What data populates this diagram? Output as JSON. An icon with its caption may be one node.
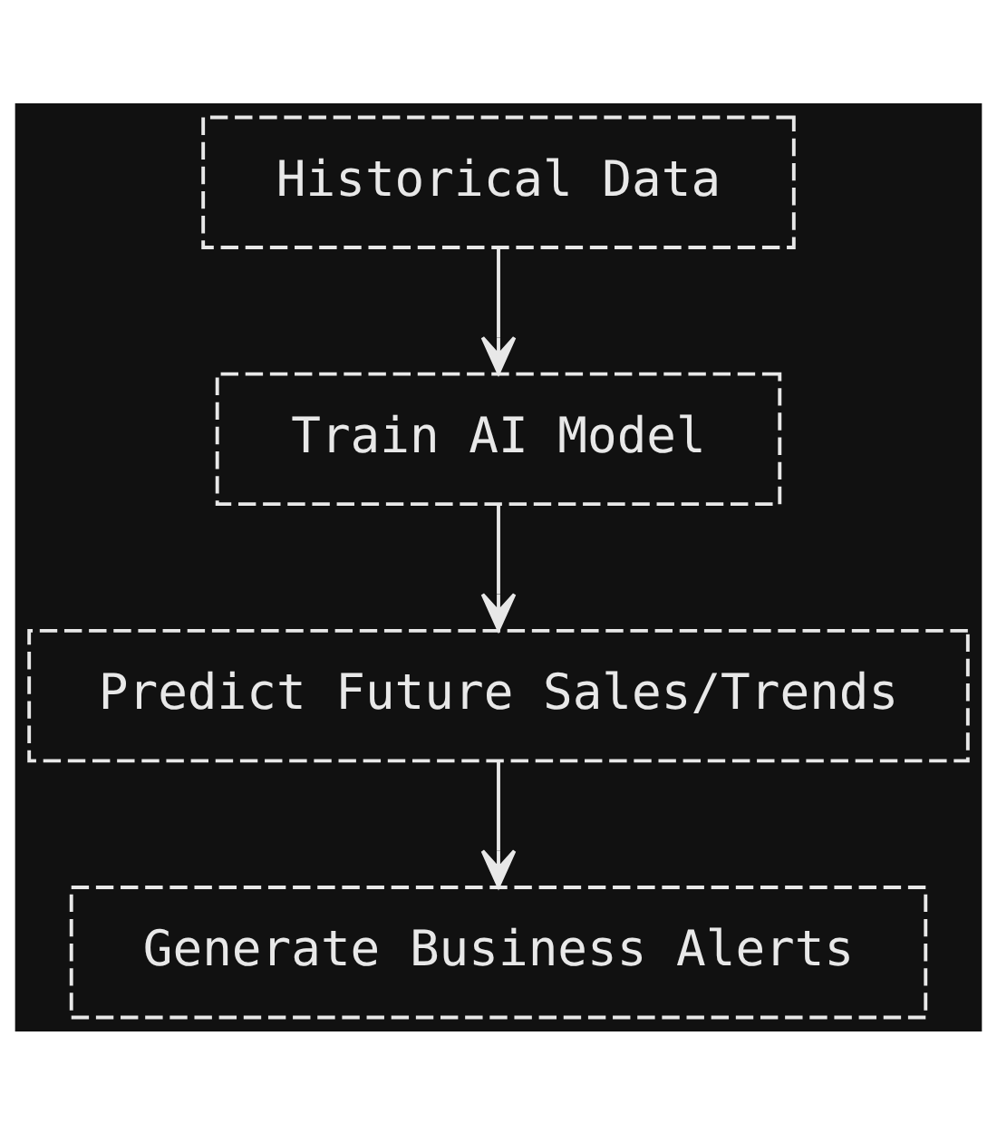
{
  "diagram": {
    "nodes": [
      {
        "text": [
          "Historical Data"
        ]
      },
      {
        "text": [
          "Train AI Model"
        ]
      },
      {
        "text": [
          "Predict Future Sales/Trends"
        ]
      },
      {
        "text": [
          "Generate Business Alerts"
        ]
      }
    ],
    "edges": [
      {
        "from": 0,
        "to": 1,
        "arrow": "to"
      },
      {
        "from": 1,
        "to": 2,
        "arrow": "to"
      },
      {
        "from": 2,
        "to": 3,
        "arrow": "to"
      }
    ]
  }
}
